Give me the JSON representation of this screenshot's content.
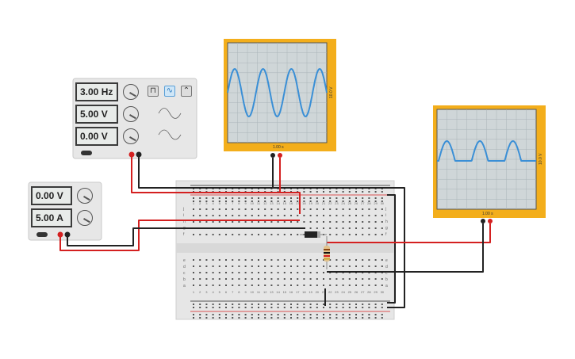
{
  "function_generator": {
    "frequency": "3.00 Hz",
    "amplitude": "5.00 V",
    "offset": "0.00 V",
    "waveforms": [
      "square",
      "sine",
      "triangle"
    ],
    "selected_waveform": "sine"
  },
  "power_supply": {
    "voltage": "0.00 V",
    "current": "5.00 A"
  },
  "oscilloscope_1": {
    "time_label": "1.00 s",
    "volt_label": "10.0 V",
    "signal": "sine"
  },
  "oscilloscope_2": {
    "time_label": "1.00 s",
    "volt_label": "10.0 V",
    "signal": "half-wave rectified sine"
  },
  "breadboard": {
    "columns": 30,
    "row_letters_top": [
      "j",
      "i",
      "h",
      "g",
      "f"
    ],
    "row_letters_bottom": [
      "e",
      "d",
      "c",
      "b",
      "a"
    ]
  },
  "components": [
    "diode",
    "resistor"
  ],
  "colors": {
    "scope_frame": "#f3ae1b",
    "trace": "#3a8fd6",
    "wire_red": "#d42020",
    "wire_black": "#2a2a2a",
    "board": "#e6e6e6"
  }
}
